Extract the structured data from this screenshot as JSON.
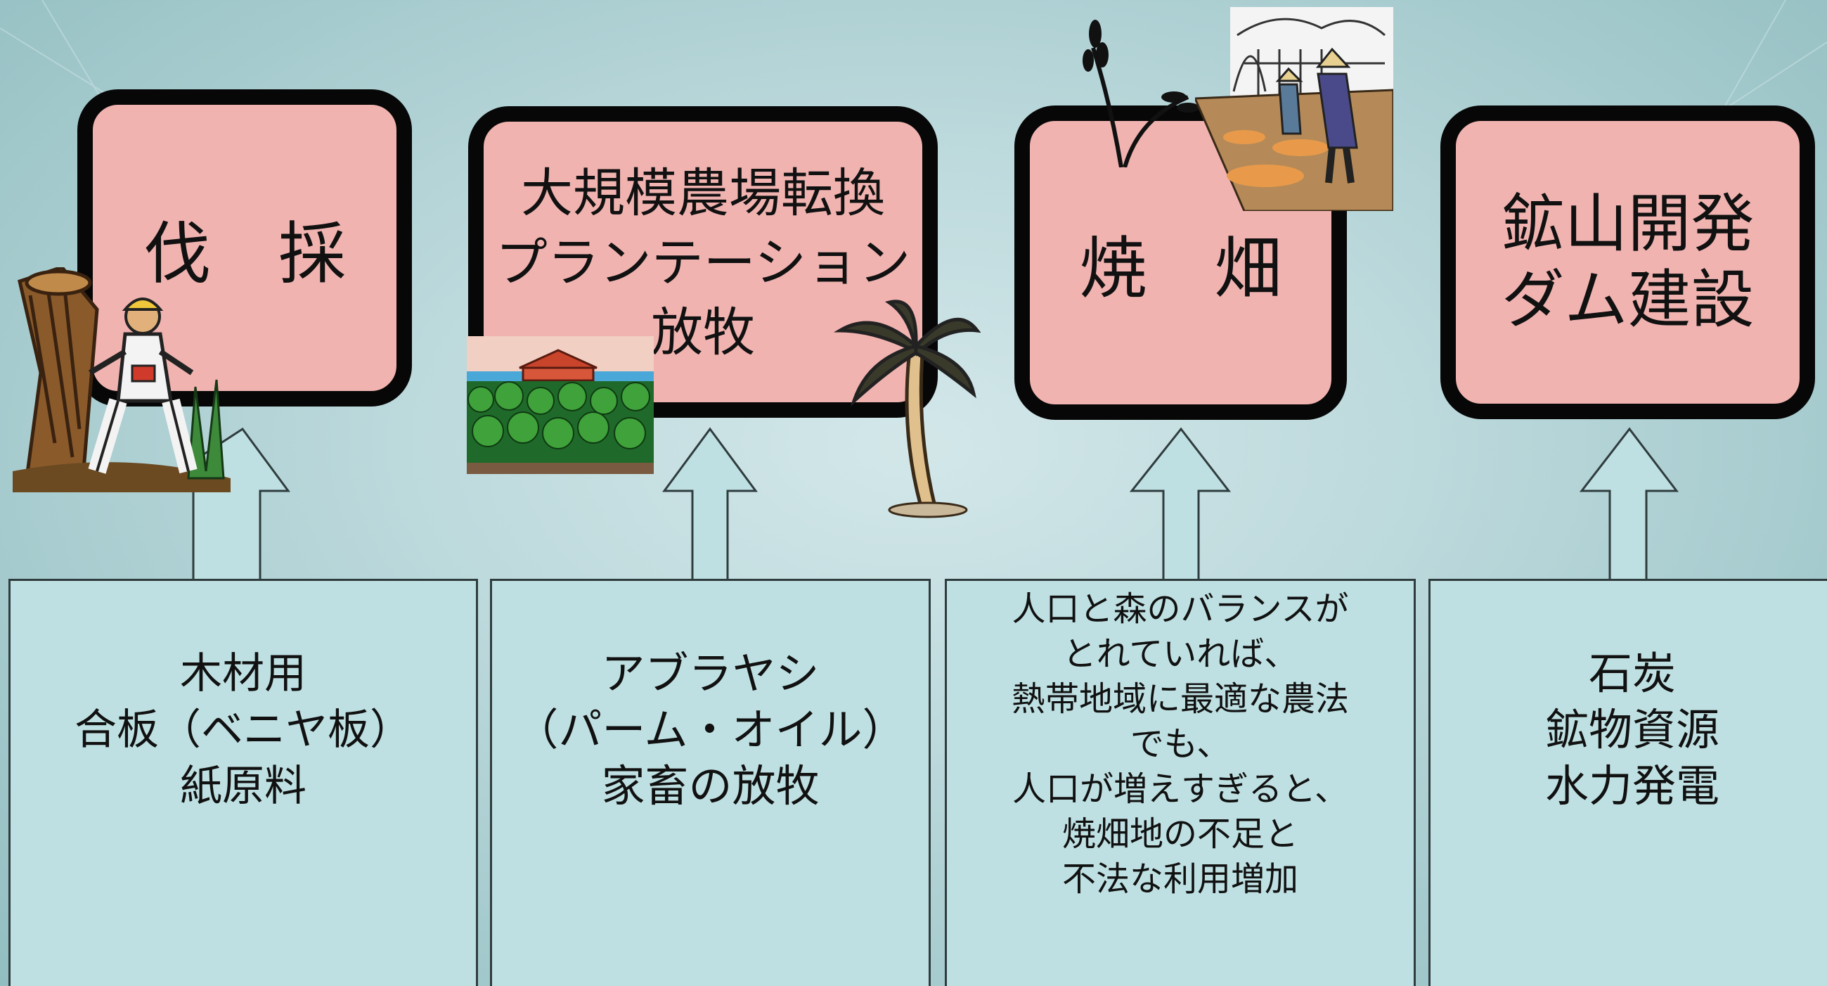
{
  "columns": [
    {
      "title_lines": [
        "伐　採"
      ],
      "detail_lines": [
        "木材用",
        "合板（ベニヤ板）",
        "紙原料"
      ]
    },
    {
      "title_lines": [
        "大規模農場転換",
        "プランテーション",
        "放牧"
      ],
      "detail_lines": [
        "アブラヤシ",
        "（パーム・オイル）",
        "家畜の放牧"
      ]
    },
    {
      "title_lines": [
        "焼　畑"
      ],
      "detail_lines": [
        "人口と森のバランスが",
        "とれていれば、",
        "熱帯地域に最適な農法",
        "でも、",
        "人口が増えすぎると、",
        "焼畑地の不足と",
        "不法な利用増加"
      ]
    },
    {
      "title_lines": [
        "鉱山開発",
        "ダム建設"
      ],
      "detail_lines": [
        "石炭",
        "鉱物資源",
        "水力発電"
      ]
    }
  ],
  "colors": {
    "title_box_fill": "#f0b3b0",
    "title_box_border": "#070707",
    "detail_box_fill": "#bfe0e2",
    "arrow_fill": "#bfe0e2"
  },
  "icons": [
    "lumberjack-clipart-icon",
    "farm-field-clipart-icon",
    "palm-tree-clipart-icon",
    "wheat-stalk-clipart-icon",
    "rice-harvest-clipart-icon"
  ]
}
